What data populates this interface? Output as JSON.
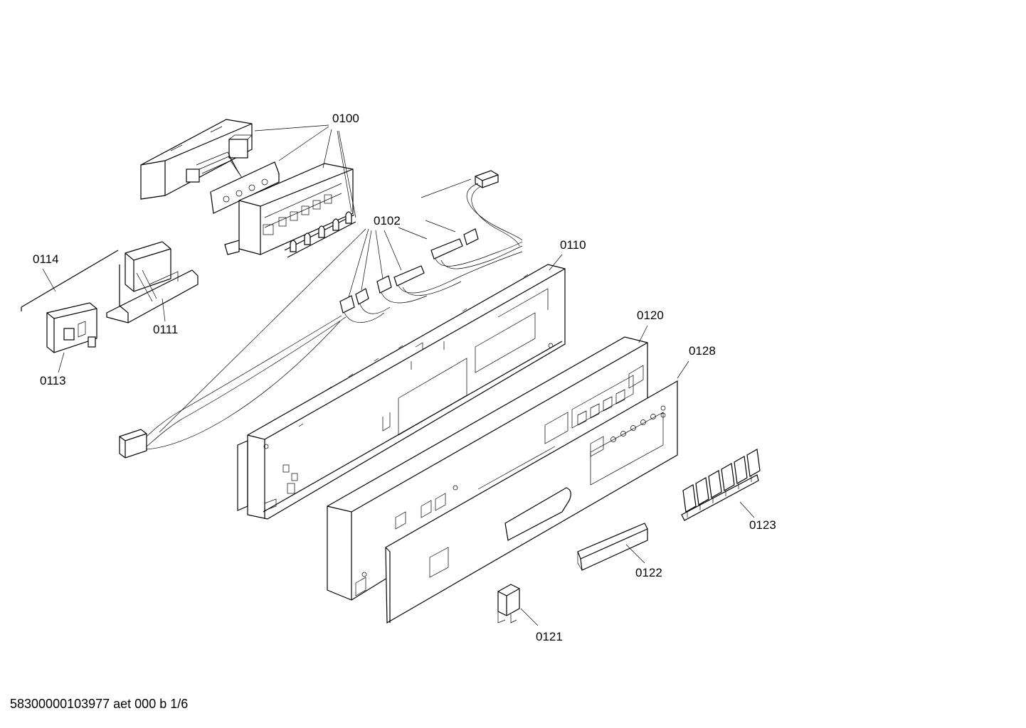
{
  "diagram": {
    "part_labels": [
      {
        "id": "p0100",
        "text": "0100"
      },
      {
        "id": "p0102",
        "text": "0102"
      },
      {
        "id": "p0110",
        "text": "0110"
      },
      {
        "id": "p0111",
        "text": "0111"
      },
      {
        "id": "p0113",
        "text": "0113"
      },
      {
        "id": "p0114",
        "text": "0114"
      },
      {
        "id": "p0120",
        "text": "0120"
      },
      {
        "id": "p0121",
        "text": "0121"
      },
      {
        "id": "p0122",
        "text": "0122"
      },
      {
        "id": "p0123",
        "text": "0123"
      },
      {
        "id": "p0128",
        "text": "0128"
      }
    ]
  },
  "footer": {
    "drawing_id": "58300000103977 aet 000 b 1/6"
  }
}
